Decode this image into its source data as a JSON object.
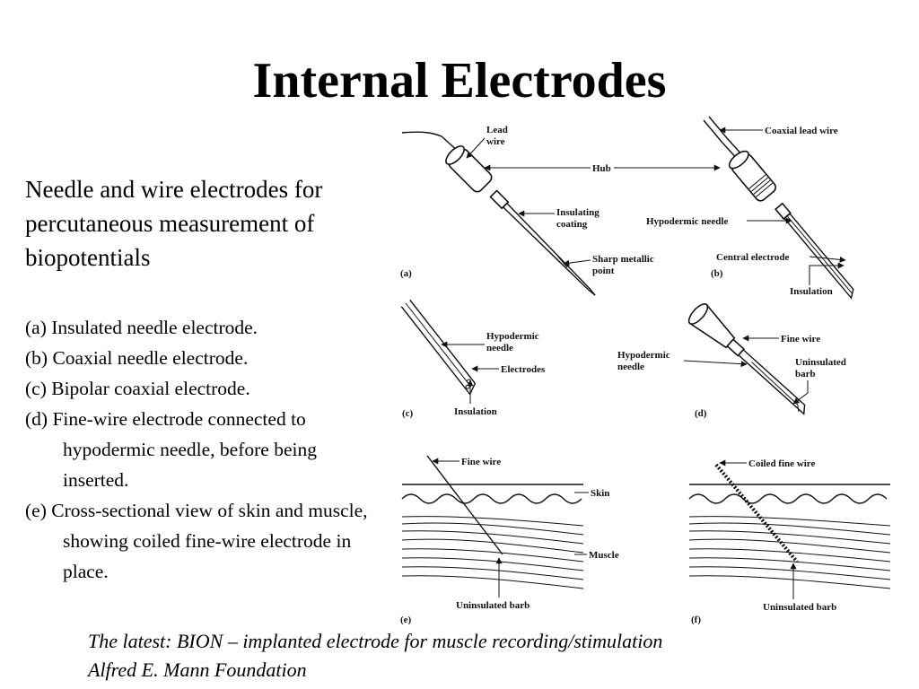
{
  "slide": {
    "title": "Internal Electrodes",
    "intro": "Needle and wire electrodes for percutaneous measurement of biopotentials",
    "items": [
      "(a) Insulated needle electrode.",
      "(b) Coaxial needle electrode.",
      "(c) Bipolar coaxial electrode.",
      "(d) Fine-wire electrode connected to hypodermic needle, before being inserted.",
      "(e) Cross-sectional view of skin and muscle, showing coiled fine-wire electrode in place."
    ],
    "footer_line1": "The latest: BION – implanted electrode for muscle recording/stimulation",
    "footer_line2": "Alfred E. Mann Foundation"
  },
  "figure": {
    "panel_a": {
      "letter": "(a)",
      "lead_wire_1": "Lead",
      "lead_wire_2": "wire",
      "hub": "Hub",
      "insulating_coating_1": "Insulating",
      "insulating_coating_2": "coating",
      "sharp_point_1": "Sharp metallic",
      "sharp_point_2": "point"
    },
    "panel_b": {
      "letter": "(b)",
      "coaxial_lead_wire": "Coaxial lead wire",
      "hypodermic_needle": "Hypodermic needle",
      "central_electrode": "Central electrode",
      "insulation": "Insulation"
    },
    "panel_c": {
      "letter": "(c)",
      "hypodermic_needle_1": "Hypodermic",
      "hypodermic_needle_2": "needle",
      "electrodes": "Electrodes",
      "insulation": "Insulation"
    },
    "panel_d": {
      "letter": "(d)",
      "fine_wire": "Fine wire",
      "hypodermic_needle_1": "Hypodermic",
      "hypodermic_needle_2": "needle",
      "uninsulated_barb_1": "Uninsulated",
      "uninsulated_barb_2": "barb"
    },
    "panel_e": {
      "letter": "(e)",
      "fine_wire": "Fine wire",
      "skin": "Skin",
      "muscle": "Muscle",
      "uninsulated_barb": "Uninsulated barb"
    },
    "panel_f": {
      "letter": "(f)",
      "coiled_fine_wire": "Coiled fine wire",
      "uninsulated_barb": "Uninsulated barb"
    }
  }
}
